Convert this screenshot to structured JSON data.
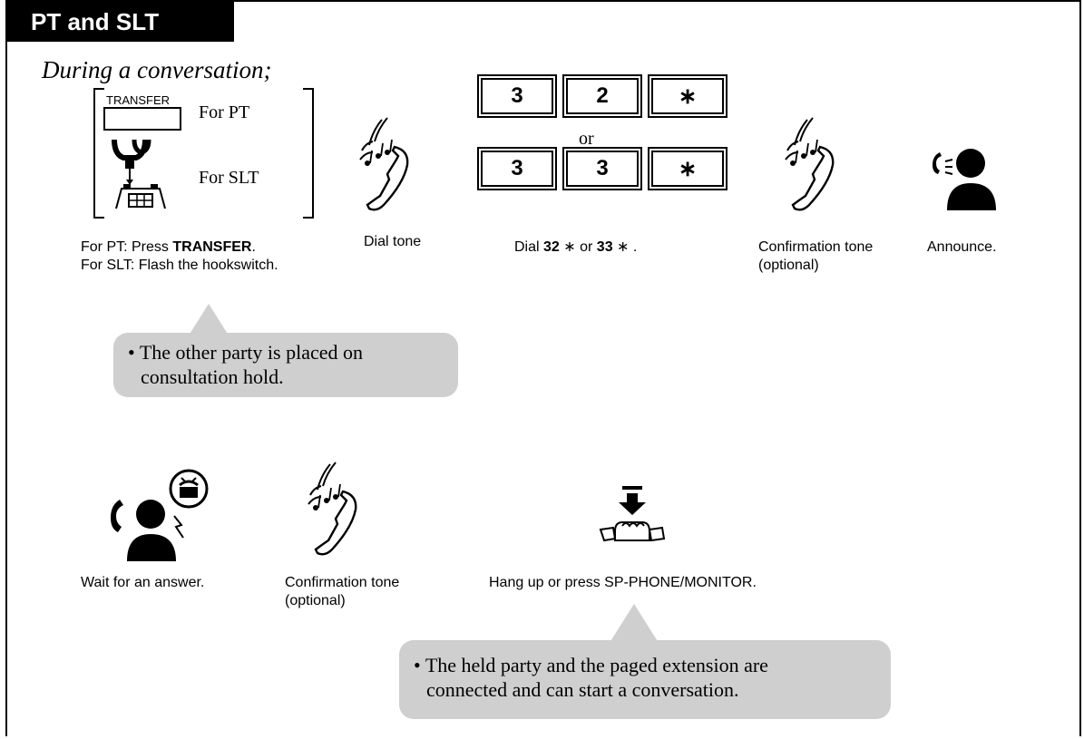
{
  "header": {
    "title": "PT and SLT"
  },
  "intro": "During a conversation;",
  "step1": {
    "transfer_key_label": "TRANSFER",
    "for_pt": "For PT",
    "for_slt": "For SLT",
    "caption_line1_prefix": "For PT: Press ",
    "caption_line1_bold": "TRANSFER",
    "caption_line1_suffix": ".",
    "caption_line2": "For SLT: Flash the hookswitch."
  },
  "step2": {
    "caption": "Dial tone"
  },
  "step3": {
    "row1": [
      "3",
      "2",
      "∗"
    ],
    "or": "or",
    "row2": [
      "3",
      "3",
      "∗"
    ],
    "caption_prefix": "Dial ",
    "code1": "32",
    "star": "∗",
    "caption_or": " or ",
    "code2": "33",
    "caption_suffix": " ."
  },
  "step4": {
    "caption_line1": "Confirmation tone",
    "caption_line2": "(optional)"
  },
  "step5": {
    "caption": "Announce."
  },
  "note1": {
    "bullet": "•",
    "line1": "The other party is placed on",
    "line2": "consultation hold."
  },
  "step6": {
    "caption": "Wait for an answer."
  },
  "step7": {
    "caption_line1": "Confirmation tone",
    "caption_line2": "(optional)"
  },
  "step8": {
    "caption": "Hang up or press SP-PHONE/MONITOR."
  },
  "note2": {
    "bullet": "•",
    "line1": "The held party and the paged extension are",
    "line2": "connected and can start a conversation."
  }
}
